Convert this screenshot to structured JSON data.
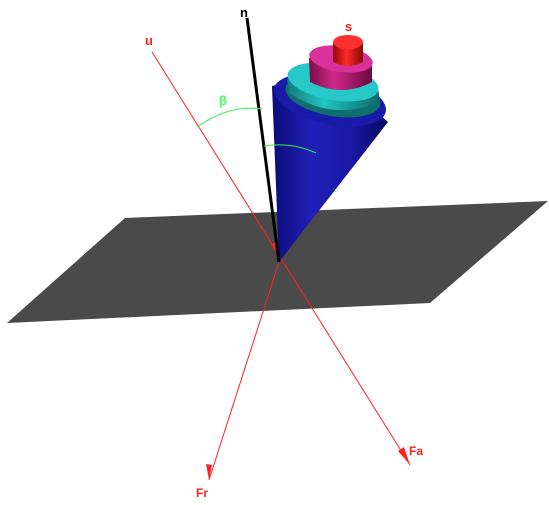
{
  "labels": {
    "n": "n",
    "u": "u",
    "s": "s",
    "beta": "β",
    "fr": "Fr",
    "fa": "Fa"
  },
  "colors": {
    "background": "#ffffff",
    "plane": "#4a4a4a",
    "vector_red": "#ff2020",
    "normal_black": "#000000",
    "arc_green": "#33ee55",
    "beta_green": "#44ff66",
    "cone_blue": "#1a1aa8",
    "cone_blue_dark": "#0a0a6e",
    "ring_teal": "#1fb3b3",
    "ring_magenta": "#c0207a",
    "cap_red": "#e01a1a"
  }
}
